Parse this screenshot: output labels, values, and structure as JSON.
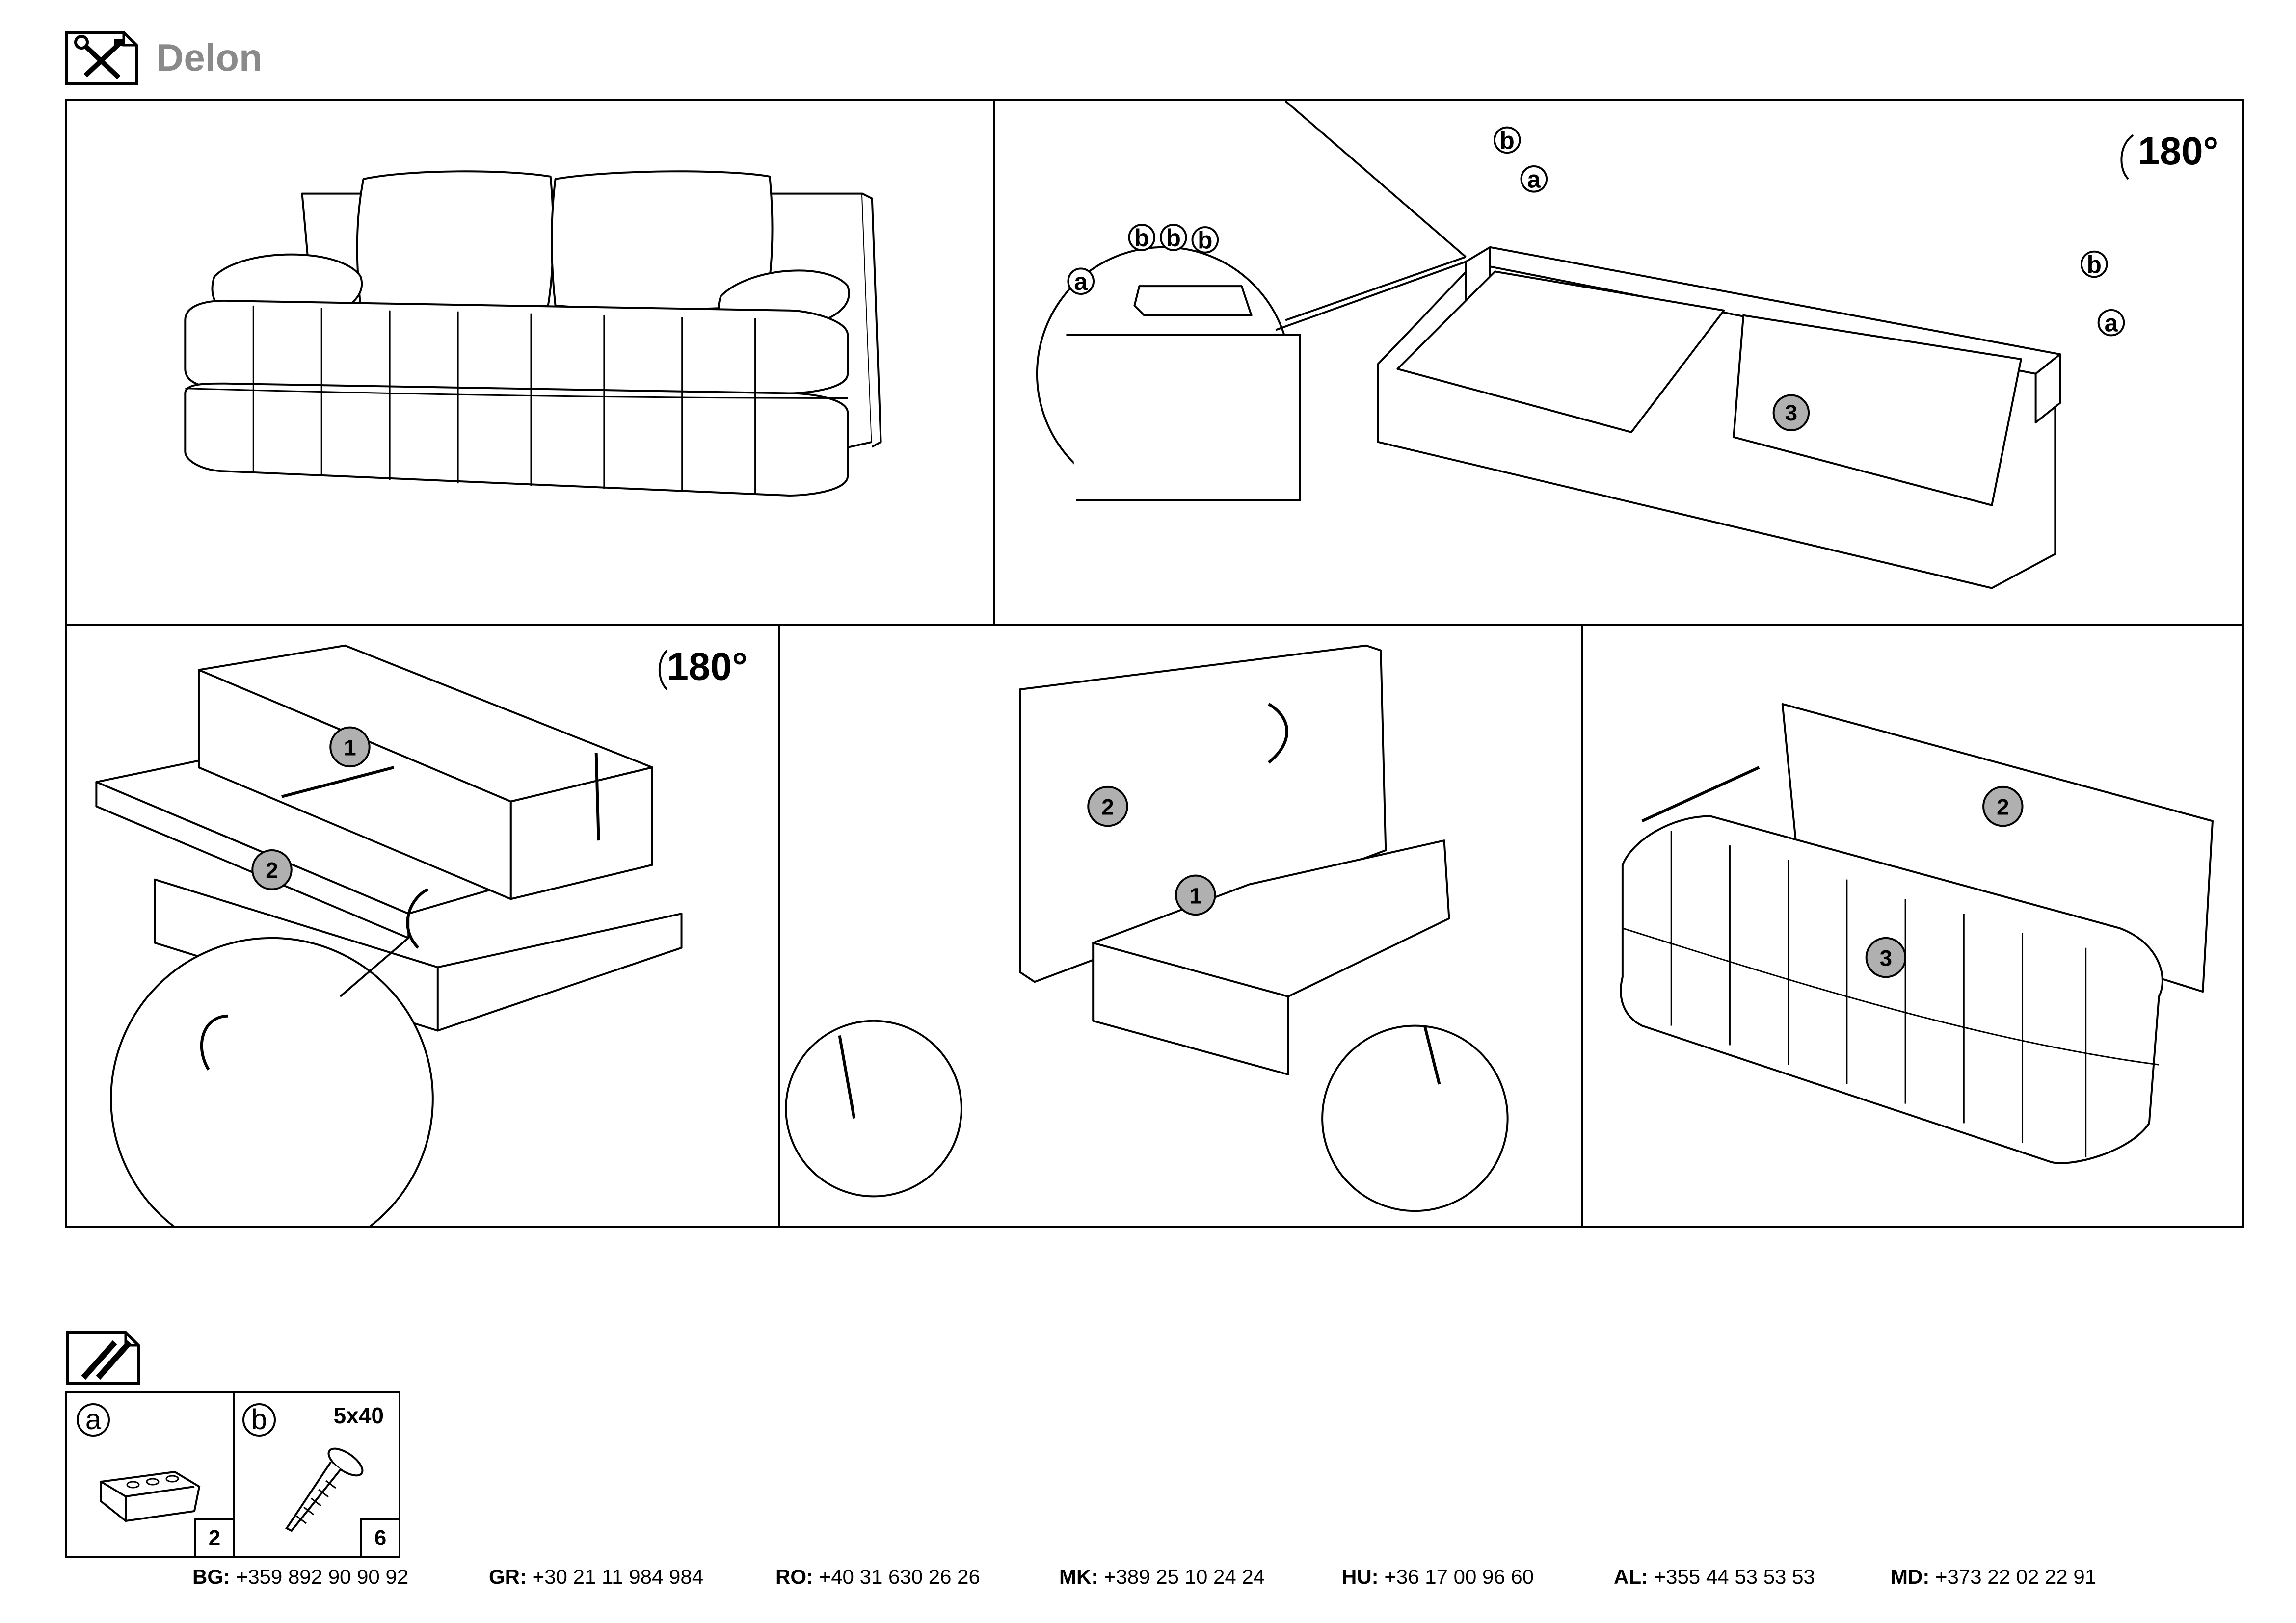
{
  "header": {
    "title": "Delon",
    "icon": "tools-icon"
  },
  "steps": [
    {
      "id": "step1",
      "description_icon": "sofa-drawing"
    },
    {
      "id": "step2",
      "rotation_label": "180°",
      "part_labels": [
        "a",
        "b",
        "b",
        "b",
        "b",
        "a",
        "b",
        "a"
      ],
      "badge": "3"
    },
    {
      "id": "step3",
      "rotation_label": "180°",
      "badges": [
        "1",
        "2"
      ]
    },
    {
      "id": "step4",
      "badges": [
        "2",
        "1"
      ]
    },
    {
      "id": "step5",
      "badges": [
        "2",
        "3"
      ]
    }
  ],
  "parts": {
    "icon": "parts-icon",
    "items": [
      {
        "letter": "a",
        "size": "",
        "quantity": "2",
        "icon": "foot-block-icon"
      },
      {
        "letter": "b",
        "size": "5x40",
        "quantity": "6",
        "icon": "screw-icon"
      }
    ]
  },
  "contacts": [
    {
      "country": "BG:",
      "phone": "+359 892 90 90 92"
    },
    {
      "country": "GR:",
      "phone": "+30 21 11 984 984"
    },
    {
      "country": "RO:",
      "phone": "+40 31 630 26 26"
    },
    {
      "country": "MK:",
      "phone": "+389 25 10 24 24"
    },
    {
      "country": "HU:",
      "phone": "+36 17 00 96 60"
    },
    {
      "country": "AL:",
      "phone": "+355 44 53 53 53"
    },
    {
      "country": "MD:",
      "phone": "+373 22 02 22 91"
    }
  ]
}
